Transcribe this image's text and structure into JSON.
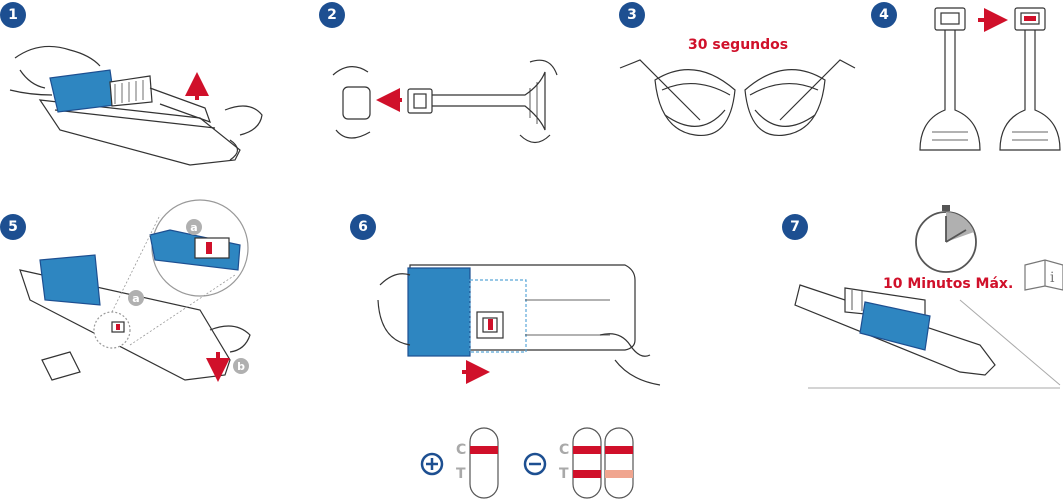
{
  "steps": [
    {
      "number": "1"
    },
    {
      "number": "2"
    },
    {
      "number": "3",
      "callout": "30 segundos"
    },
    {
      "number": "4"
    },
    {
      "number": "5",
      "sub_labels": [
        "a",
        "a",
        "b"
      ]
    },
    {
      "number": "6"
    },
    {
      "number": "7",
      "callout": "10 Minutos Máx."
    }
  ],
  "result": {
    "control_label": "C",
    "test_label": "T",
    "positive_icon": "plus-circle-icon",
    "negative_icon": "minus-circle-icon"
  },
  "colors": {
    "brand_blue": "#1d4f91",
    "sleeve_blue": "#2e86c1",
    "accent_red": "#d0102a",
    "faint_line": "#f0a58f",
    "line_art": "#333333",
    "muted_label": "#a9a9a9"
  }
}
